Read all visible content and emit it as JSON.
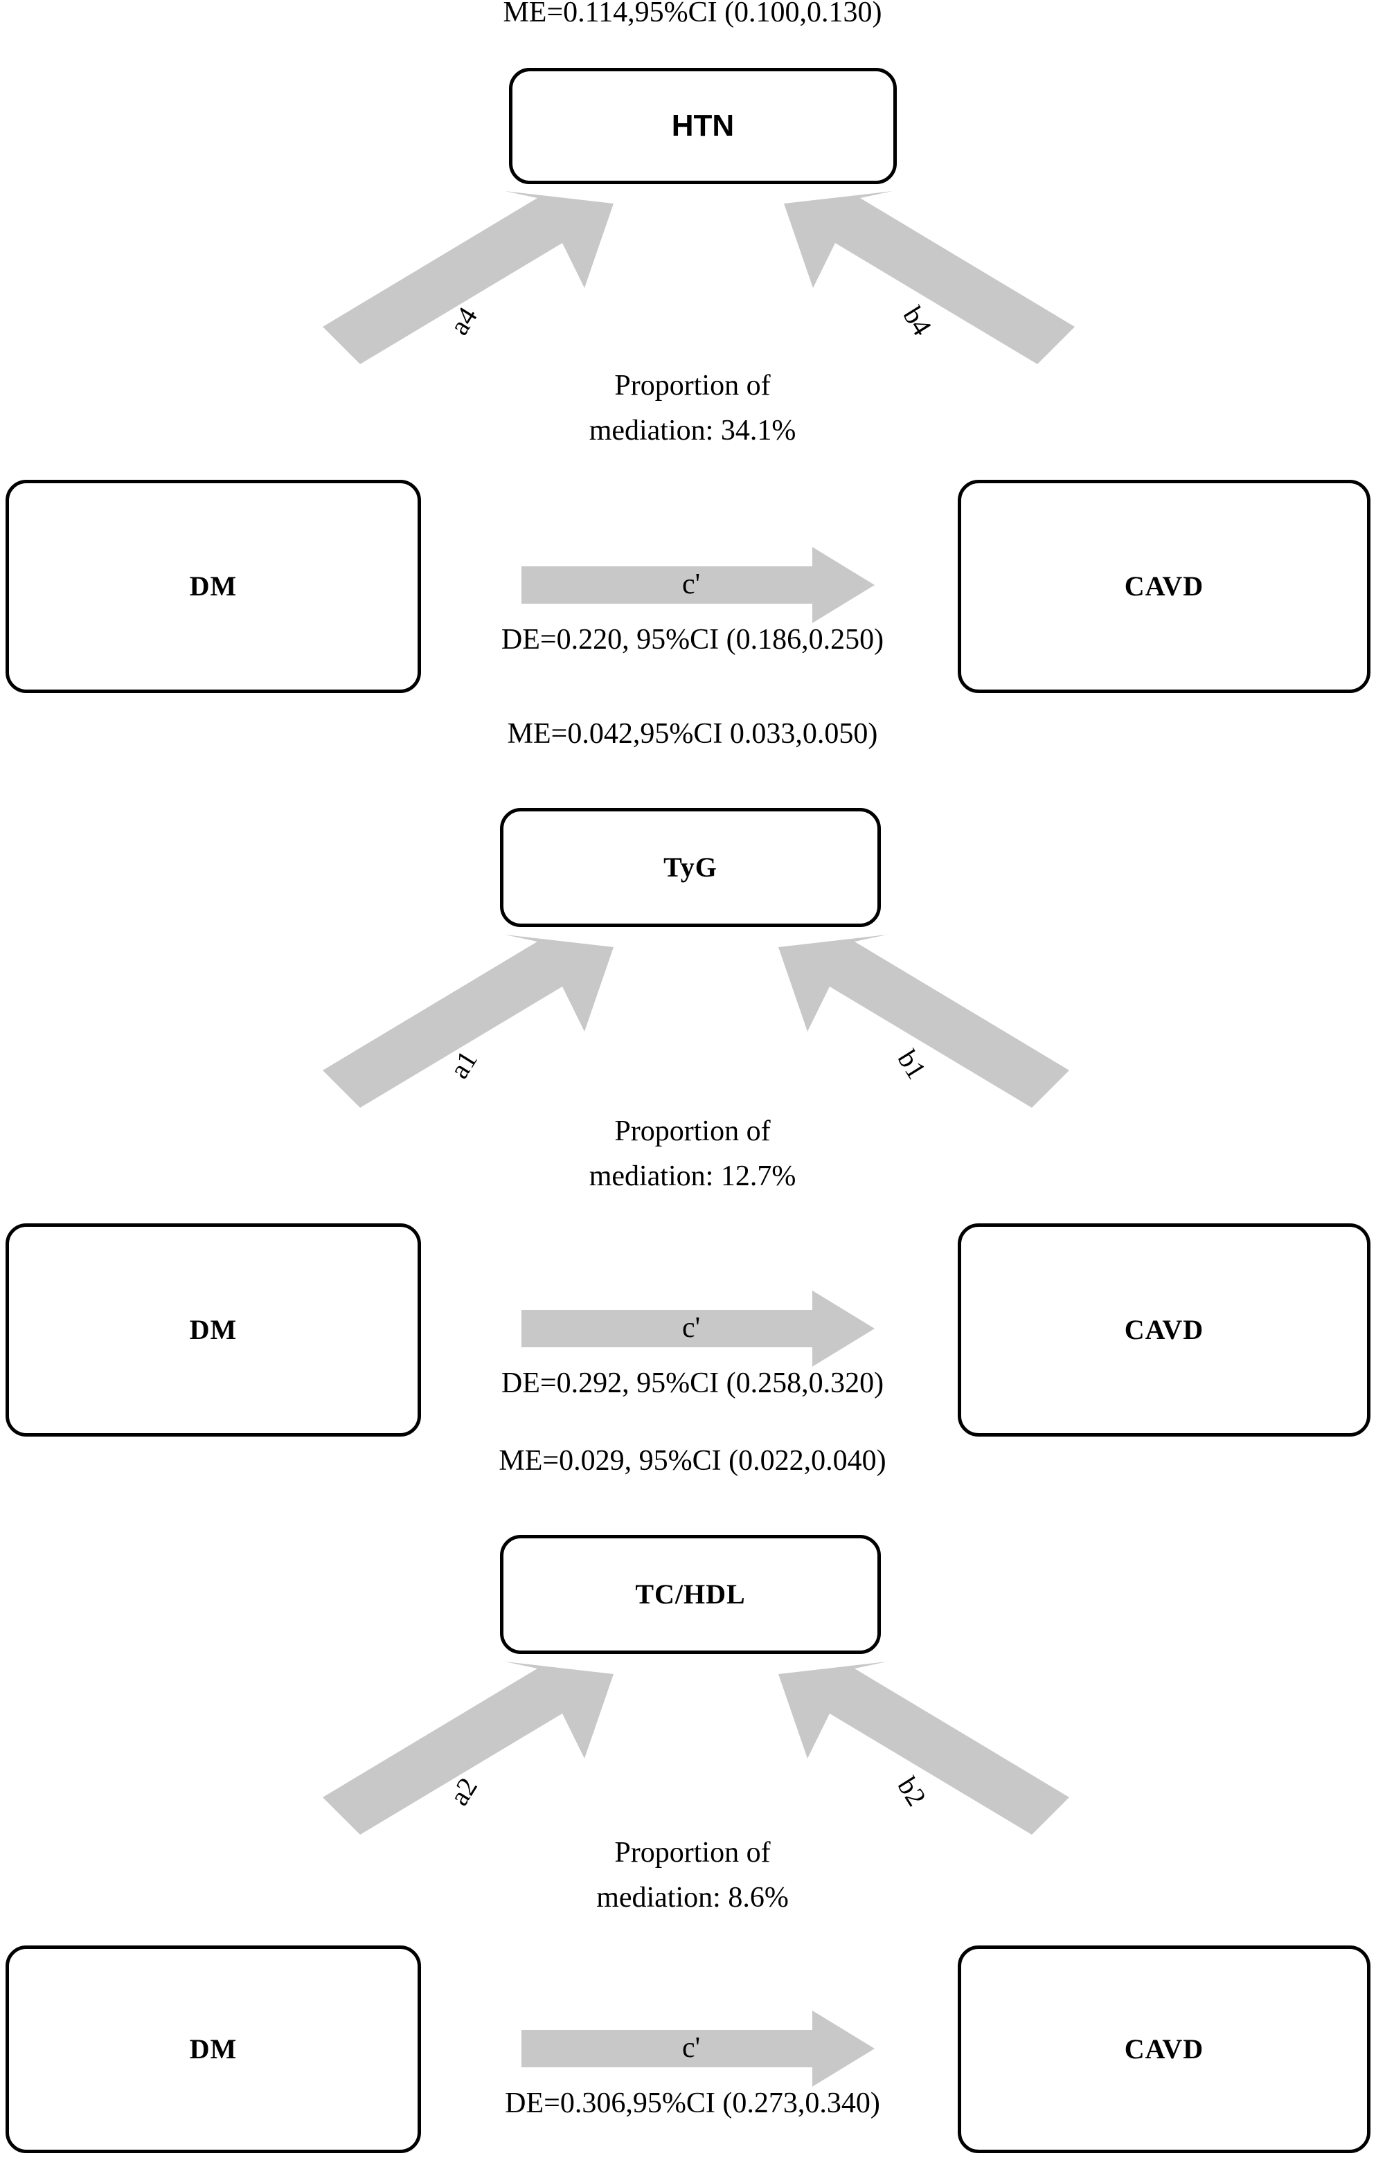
{
  "figure": {
    "type": "mediation-diagram",
    "exposure_label": "DM",
    "outcome_label": "CAVD",
    "arrow_color": "#c8c8c8",
    "box_border_color": "#000000",
    "background": "#ffffff"
  },
  "panels": [
    {
      "id": "panel-htn",
      "mediator_label": "HTN",
      "mediator_font": "sans",
      "me_label": "ME=0.114,95%CI (0.100,0.130)",
      "de_label": "DE=0.220, 95%CI (0.186,0.250)",
      "proportion_line1": "Proportion of",
      "proportion_line2": "mediation: 34.1%",
      "path_a_label": "a4",
      "path_b_label": "b4",
      "path_c_label": "c'",
      "exposure_label": "DM",
      "outcome_label": "CAVD"
    },
    {
      "id": "panel-tyg",
      "mediator_label": "TyG",
      "mediator_font": "serif",
      "me_label": "ME=0.042,95%CI 0.033,0.050)",
      "de_label": "DE=0.292, 95%CI (0.258,0.320)",
      "proportion_line1": "Proportion of",
      "proportion_line2": "mediation: 12.7%",
      "path_a_label": "a1",
      "path_b_label": "b1",
      "path_c_label": "c'",
      "exposure_label": "DM",
      "outcome_label": "CAVD"
    },
    {
      "id": "panel-tchdl",
      "mediator_label": "TC/HDL",
      "mediator_font": "serif",
      "me_label": "ME=0.029, 95%CI (0.022,0.040)",
      "de_label": "DE=0.306,95%CI (0.273,0.340)",
      "proportion_line1": "Proportion of",
      "proportion_line2": "mediation: 8.6%",
      "path_a_label": "a2",
      "path_b_label": "b2",
      "path_c_label": "c'",
      "exposure_label": "DM",
      "outcome_label": "CAVD"
    }
  ],
  "chart_data": {
    "type": "diagram",
    "title": "",
    "description": "Three parallel single-mediator models: DM -> mediator -> CAVD",
    "exposure": "DM",
    "outcome": "CAVD",
    "models": [
      {
        "mediator": "HTN",
        "indirect_effect": 0.114,
        "indirect_ci": [
          0.1,
          0.13
        ],
        "direct_effect": 0.22,
        "direct_ci": [
          0.186,
          0.25
        ],
        "proportion_mediated_pct": 34.1,
        "path_a": "a4",
        "path_b": "b4",
        "path_c_prime": "c'"
      },
      {
        "mediator": "TyG",
        "indirect_effect": 0.042,
        "indirect_ci": [
          0.033,
          0.05
        ],
        "direct_effect": 0.292,
        "direct_ci": [
          0.258,
          0.32
        ],
        "proportion_mediated_pct": 12.7,
        "path_a": "a1",
        "path_b": "b1",
        "path_c_prime": "c'"
      },
      {
        "mediator": "TC/HDL",
        "indirect_effect": 0.029,
        "indirect_ci": [
          0.022,
          0.04
        ],
        "direct_effect": 0.306,
        "direct_ci": [
          0.273,
          0.34
        ],
        "proportion_mediated_pct": 8.6,
        "path_a": "a2",
        "path_b": "b2",
        "path_c_prime": "c'"
      }
    ]
  }
}
